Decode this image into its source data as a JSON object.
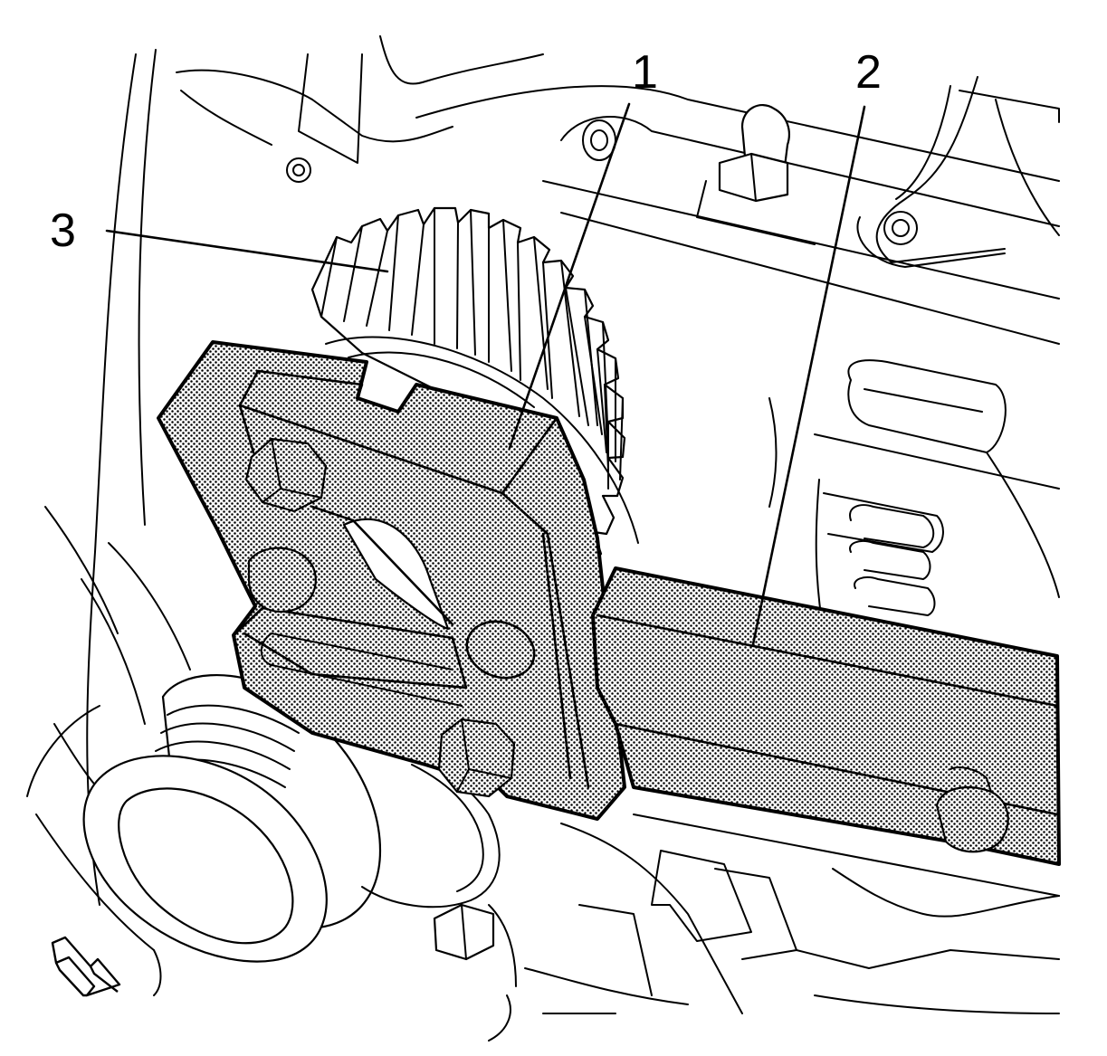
{
  "figure": {
    "callouts": [
      {
        "id": "1",
        "label": "1"
      },
      {
        "id": "2",
        "label": "2"
      },
      {
        "id": "3",
        "label": "3"
      }
    ],
    "direction_arrow_icon": "front-direction-arrow-icon",
    "colors": {
      "ink": "#000000",
      "paper": "#ffffff"
    }
  }
}
